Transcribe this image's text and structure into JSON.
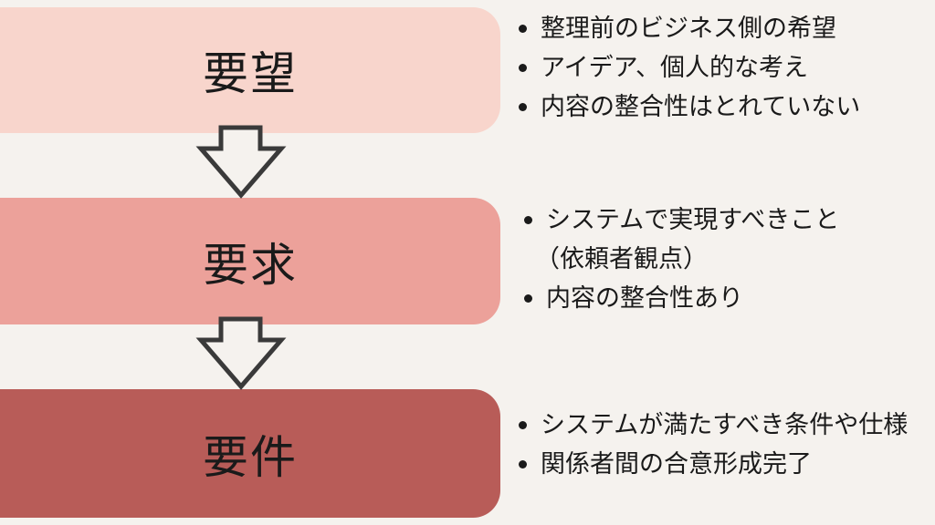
{
  "colors": {
    "background": "#f5f2ee",
    "box1": "#f8d5cc",
    "box2": "#eca19a",
    "box3": "#b85c58",
    "arrow": "#3a3a3a"
  },
  "stages": [
    {
      "title": "要望",
      "bullets": [
        "整理前のビジネス側の希望",
        "アイデア、個人的な考え",
        "内容の整合性はとれていない"
      ]
    },
    {
      "title": "要求",
      "bullets": [
        "システムで実現すべきこと",
        "（依頼者観点）",
        "内容の整合性あり"
      ]
    },
    {
      "title": "要件",
      "bullets": [
        "システムが満たすべき条件や仕様",
        "関係者間の合意形成完了"
      ]
    }
  ]
}
